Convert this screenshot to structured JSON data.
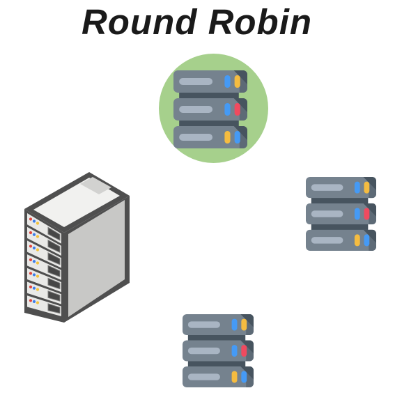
{
  "title": {
    "text": "Round Robin"
  },
  "colors": {
    "background": "#ffffff",
    "title": "#1a1a1a",
    "highlight_circle": "#a6d08c",
    "server_body": "#75828e",
    "server_body_dark": "#5d6a76",
    "server_fold": "#47545f",
    "server_handle": "#a9b5c3",
    "light_blue": "#459af5",
    "light_yellow": "#f5bc40",
    "light_red": "#f04a5f",
    "rack_frame": "#4f4f4f",
    "rack_top": "#f1f1ef",
    "rack_top_inset": "#d2d2d0",
    "rack_side": "#c8c8c6",
    "rack_front": "#e9e9e7",
    "rack_bay": "#474747",
    "rack_bay_frame": "#828282",
    "dot_red": "#e0443e",
    "dot_blue": "#3d7de8",
    "dot_yellow": "#f2c23c"
  },
  "diagram": {
    "load_balancer": {
      "name": "server-rack-tower",
      "units": 7,
      "dot_colors": [
        "red",
        "blue",
        "yellow"
      ]
    },
    "servers": [
      {
        "id": "top",
        "highlighted": true,
        "units": [
          {
            "lights": [
              "blue",
              "yellow"
            ]
          },
          {
            "lights": [
              "blue",
              "red"
            ]
          },
          {
            "lights": [
              "yellow",
              "blue"
            ]
          }
        ]
      },
      {
        "id": "right",
        "highlighted": false,
        "units": [
          {
            "lights": [
              "blue",
              "yellow"
            ]
          },
          {
            "lights": [
              "blue",
              "red"
            ]
          },
          {
            "lights": [
              "yellow",
              "blue"
            ]
          }
        ]
      },
      {
        "id": "bottom",
        "highlighted": false,
        "units": [
          {
            "lights": [
              "blue",
              "yellow"
            ]
          },
          {
            "lights": [
              "blue",
              "red"
            ]
          },
          {
            "lights": [
              "yellow",
              "blue"
            ]
          }
        ]
      }
    ]
  }
}
